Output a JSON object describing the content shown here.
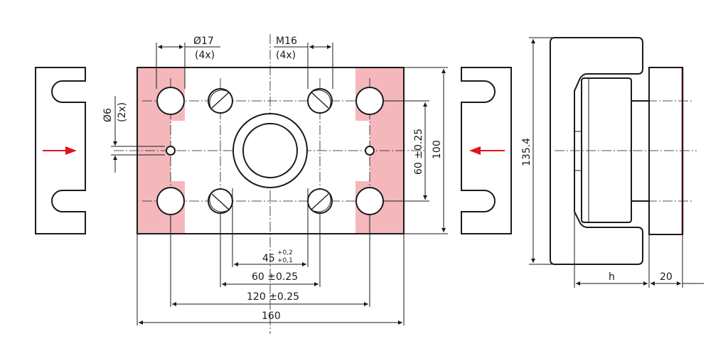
{
  "colors": {
    "shade": "#f4b8bc",
    "arrow": "#e0141e",
    "line": "#1a1a1a"
  },
  "labels": {
    "hole_dia": "Ø17",
    "hole_qty": "(4x)",
    "thread": "M16",
    "thread_qty": "(4x)",
    "pin_dia": "Ø6",
    "pin_qty": "(2x)",
    "dim_45": "45",
    "tol_upper": "+0,2",
    "tol_lower": "+0,1",
    "dim_60h": "60 ±0.25",
    "dim_120": "120 ±0.25",
    "dim_160": "160",
    "dim_60v": "60 ±0.25",
    "dim_100": "100",
    "dim_135": "135.4",
    "dim_h": "h",
    "dim_20": "20"
  },
  "icons": {
    "left_arrow": "arrow-right-icon",
    "right_arrow": "arrow-left-icon"
  }
}
